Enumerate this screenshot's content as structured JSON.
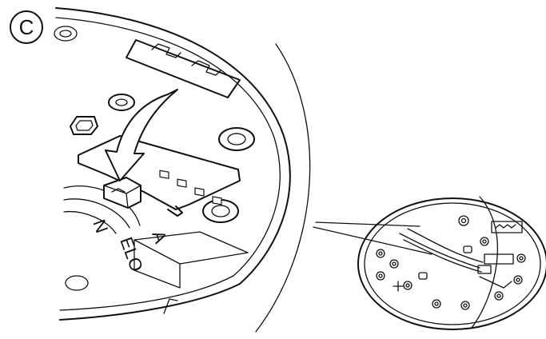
{
  "figure": {
    "step_label": "C",
    "board_markings": [
      "N",
      "ELO",
      "A"
    ]
  }
}
